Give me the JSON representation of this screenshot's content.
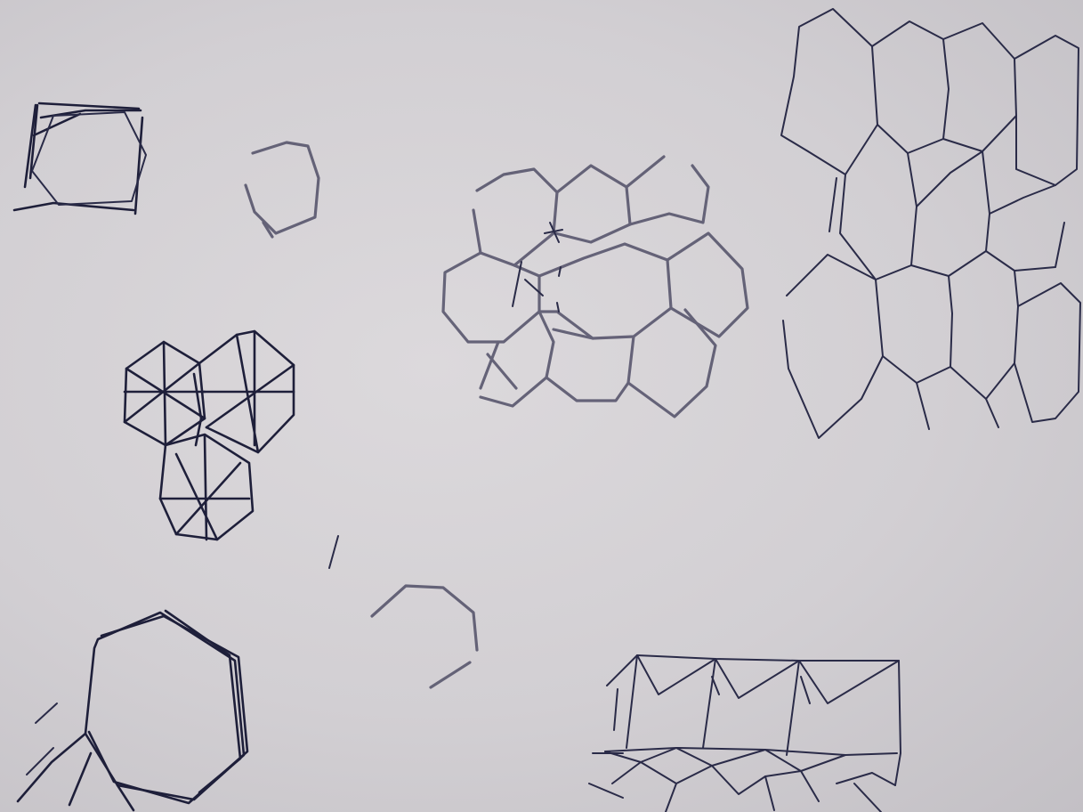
{
  "scene": {
    "description_tags": [
      "hand-drawn-sketch",
      "paper",
      "hexagon-doodles"
    ],
    "paper_color": "#d4d1d4",
    "ink_color": "#1e1f3a",
    "pencil_color": "#4c4a63"
  }
}
